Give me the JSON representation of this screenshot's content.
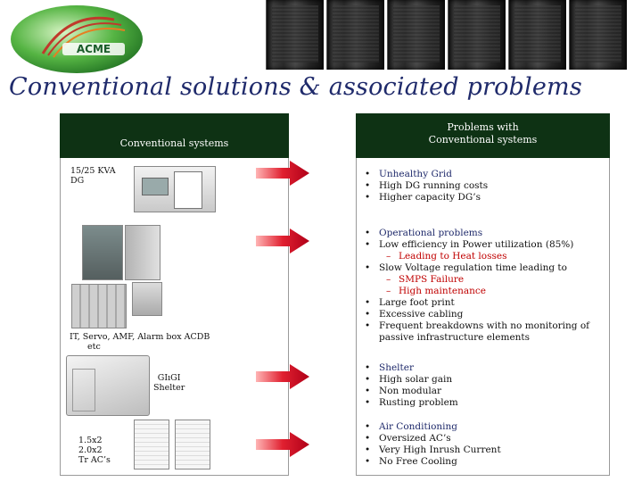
{
  "logo": {
    "text": "ACME"
  },
  "title": "Conventional solutions & associated problems",
  "left_header": "Conventional systems",
  "right_header_line1": "Problems with",
  "right_header_line2": "Conventional systems",
  "labels": {
    "dg_line1": "15/25 KVA",
    "dg_line2": "DG",
    "it_line1": "IT, Servo, AMF, Alarm box ACDB",
    "it_line2": "etc",
    "shelter_line1": "GIıGI",
    "shelter_line2": "Shelter",
    "ac_line1": "1.5x2",
    "ac_line2": "2.0x2",
    "ac_line3": "Tr AC’s"
  },
  "groups": [
    {
      "items": [
        {
          "text": "Unhealthy Grid",
          "kind": "head"
        },
        {
          "text": "High DG running costs",
          "kind": "item"
        },
        {
          "text": "Higher capacity DG’s",
          "kind": "item"
        }
      ]
    },
    {
      "items": [
        {
          "text": "Operational problems",
          "kind": "head"
        },
        {
          "text": "Low efficiency in Power utilization (85%)",
          "kind": "item"
        },
        {
          "text": "Leading to Heat losses",
          "kind": "sub"
        },
        {
          "text": "Slow Voltage regulation time leading to",
          "kind": "item"
        },
        {
          "text": "SMPS Failure",
          "kind": "sub"
        },
        {
          "text": "High maintenance",
          "kind": "sub"
        },
        {
          "text": "Large foot print",
          "kind": "item"
        },
        {
          "text": "Excessive cabling",
          "kind": "item"
        },
        {
          "text": "Frequent breakdowns with no monitoring of",
          "kind": "item"
        },
        {
          "text": "passive infrastructure elements",
          "kind": "cont"
        }
      ]
    },
    {
      "items": [
        {
          "text": "Shelter",
          "kind": "head"
        },
        {
          "text": "High solar gain",
          "kind": "item"
        },
        {
          "text": "Non modular",
          "kind": "item"
        },
        {
          "text": "Rusting problem",
          "kind": "item"
        }
      ]
    },
    {
      "items": [
        {
          "text": "Air Conditioning",
          "kind": "head"
        },
        {
          "text": "Oversized AC’s",
          "kind": "item"
        },
        {
          "text": "Very High Inrush Current",
          "kind": "item"
        },
        {
          "text": "No Free Cooling",
          "kind": "item"
        }
      ]
    }
  ],
  "colors": {
    "title": "#1f2a6b",
    "header_bg": "#0e3214",
    "arrow": "#d91c2a",
    "sub_text": "#c00000"
  },
  "icons": [
    "acme-logo-icon",
    "server-rack-icon",
    "red-arrow-icon",
    "generator-image",
    "panel-image",
    "shelter-image",
    "ac-unit-image"
  ]
}
